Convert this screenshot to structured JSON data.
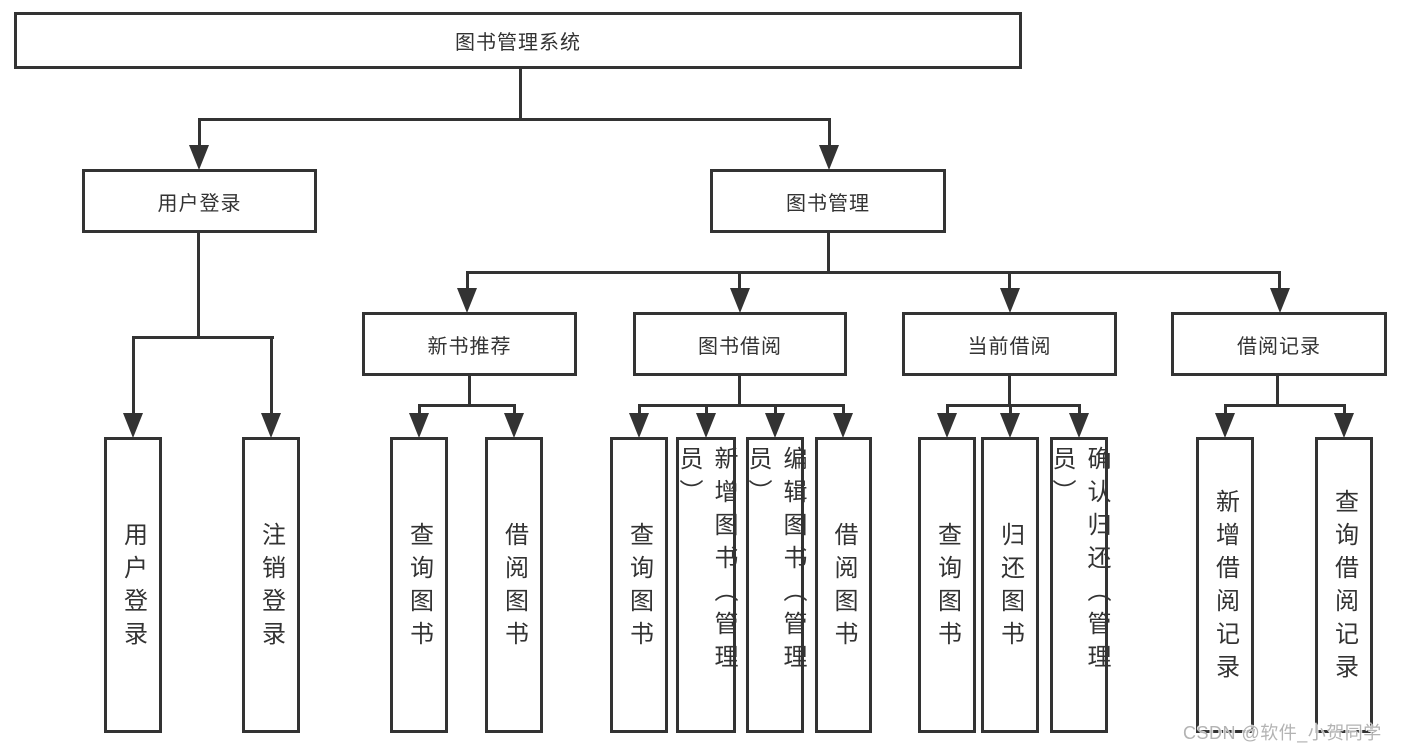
{
  "tree": {
    "root": {
      "label": "图书管理系统"
    },
    "children": [
      {
        "label": "用户登录",
        "children": [
          {
            "label": "用户登录"
          },
          {
            "label": "注销登录"
          }
        ]
      },
      {
        "label": "图书管理",
        "children": [
          {
            "label": "新书推荐",
            "children": [
              {
                "label": "查询图书"
              },
              {
                "label": "借阅图书"
              }
            ]
          },
          {
            "label": "图书借阅",
            "children": [
              {
                "label": "查询图书"
              },
              {
                "label": "新增图书（管理员）"
              },
              {
                "label": "编辑图书（管理员）"
              },
              {
                "label": "借阅图书"
              }
            ]
          },
          {
            "label": "当前借阅",
            "children": [
              {
                "label": "查询图书"
              },
              {
                "label": "归还图书"
              },
              {
                "label": "确认归还（管理员）"
              }
            ]
          },
          {
            "label": "借阅记录",
            "children": [
              {
                "label": "新增借阅记录"
              },
              {
                "label": "查询借阅记录"
              }
            ]
          }
        ]
      }
    ]
  },
  "watermark": {
    "text": "CSDN @软件_小贺同学",
    "color": "#b3b3b3"
  },
  "colors": {
    "line": "#333333",
    "text": "#333333",
    "background": "#ffffff"
  }
}
